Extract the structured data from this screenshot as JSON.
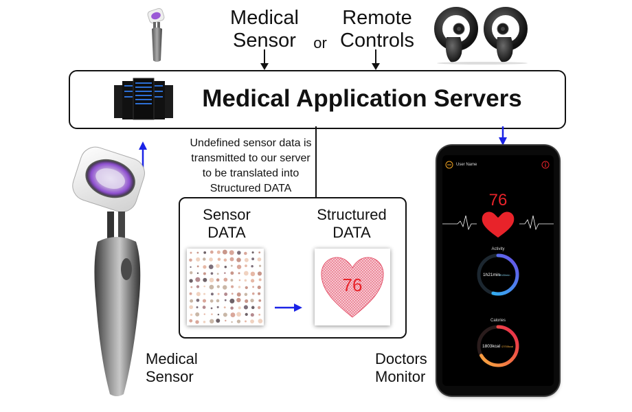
{
  "top": {
    "medical_sensor": "Medical Sensor",
    "or": "or",
    "remote_controls": "Remote Controls"
  },
  "server": {
    "title": "Medical Application Servers"
  },
  "info_text": "Undefined sensor data is transmitted to our server to be translated into Structured DATA",
  "data_box": {
    "sensor_label": "Sensor DATA",
    "structured_label": "Structured DATA",
    "heart_value": "76"
  },
  "bottom": {
    "medical_sensor": "Medical Sensor",
    "doctors_monitor": "Doctors Monitor"
  },
  "phone": {
    "user_name": "User Name",
    "heart_rate": "76",
    "activity_label": "Activity",
    "activity_value": "1h21min",
    "activity_goal": "/2h30min",
    "calories_label": "Calories",
    "calories_value": "1803kcal",
    "calories_goal": "/2700kcal"
  },
  "colors": {
    "arrow_blue": "#1a23e6",
    "heart_red": "#e8232a",
    "sensor_purple": "#a45ae0"
  }
}
